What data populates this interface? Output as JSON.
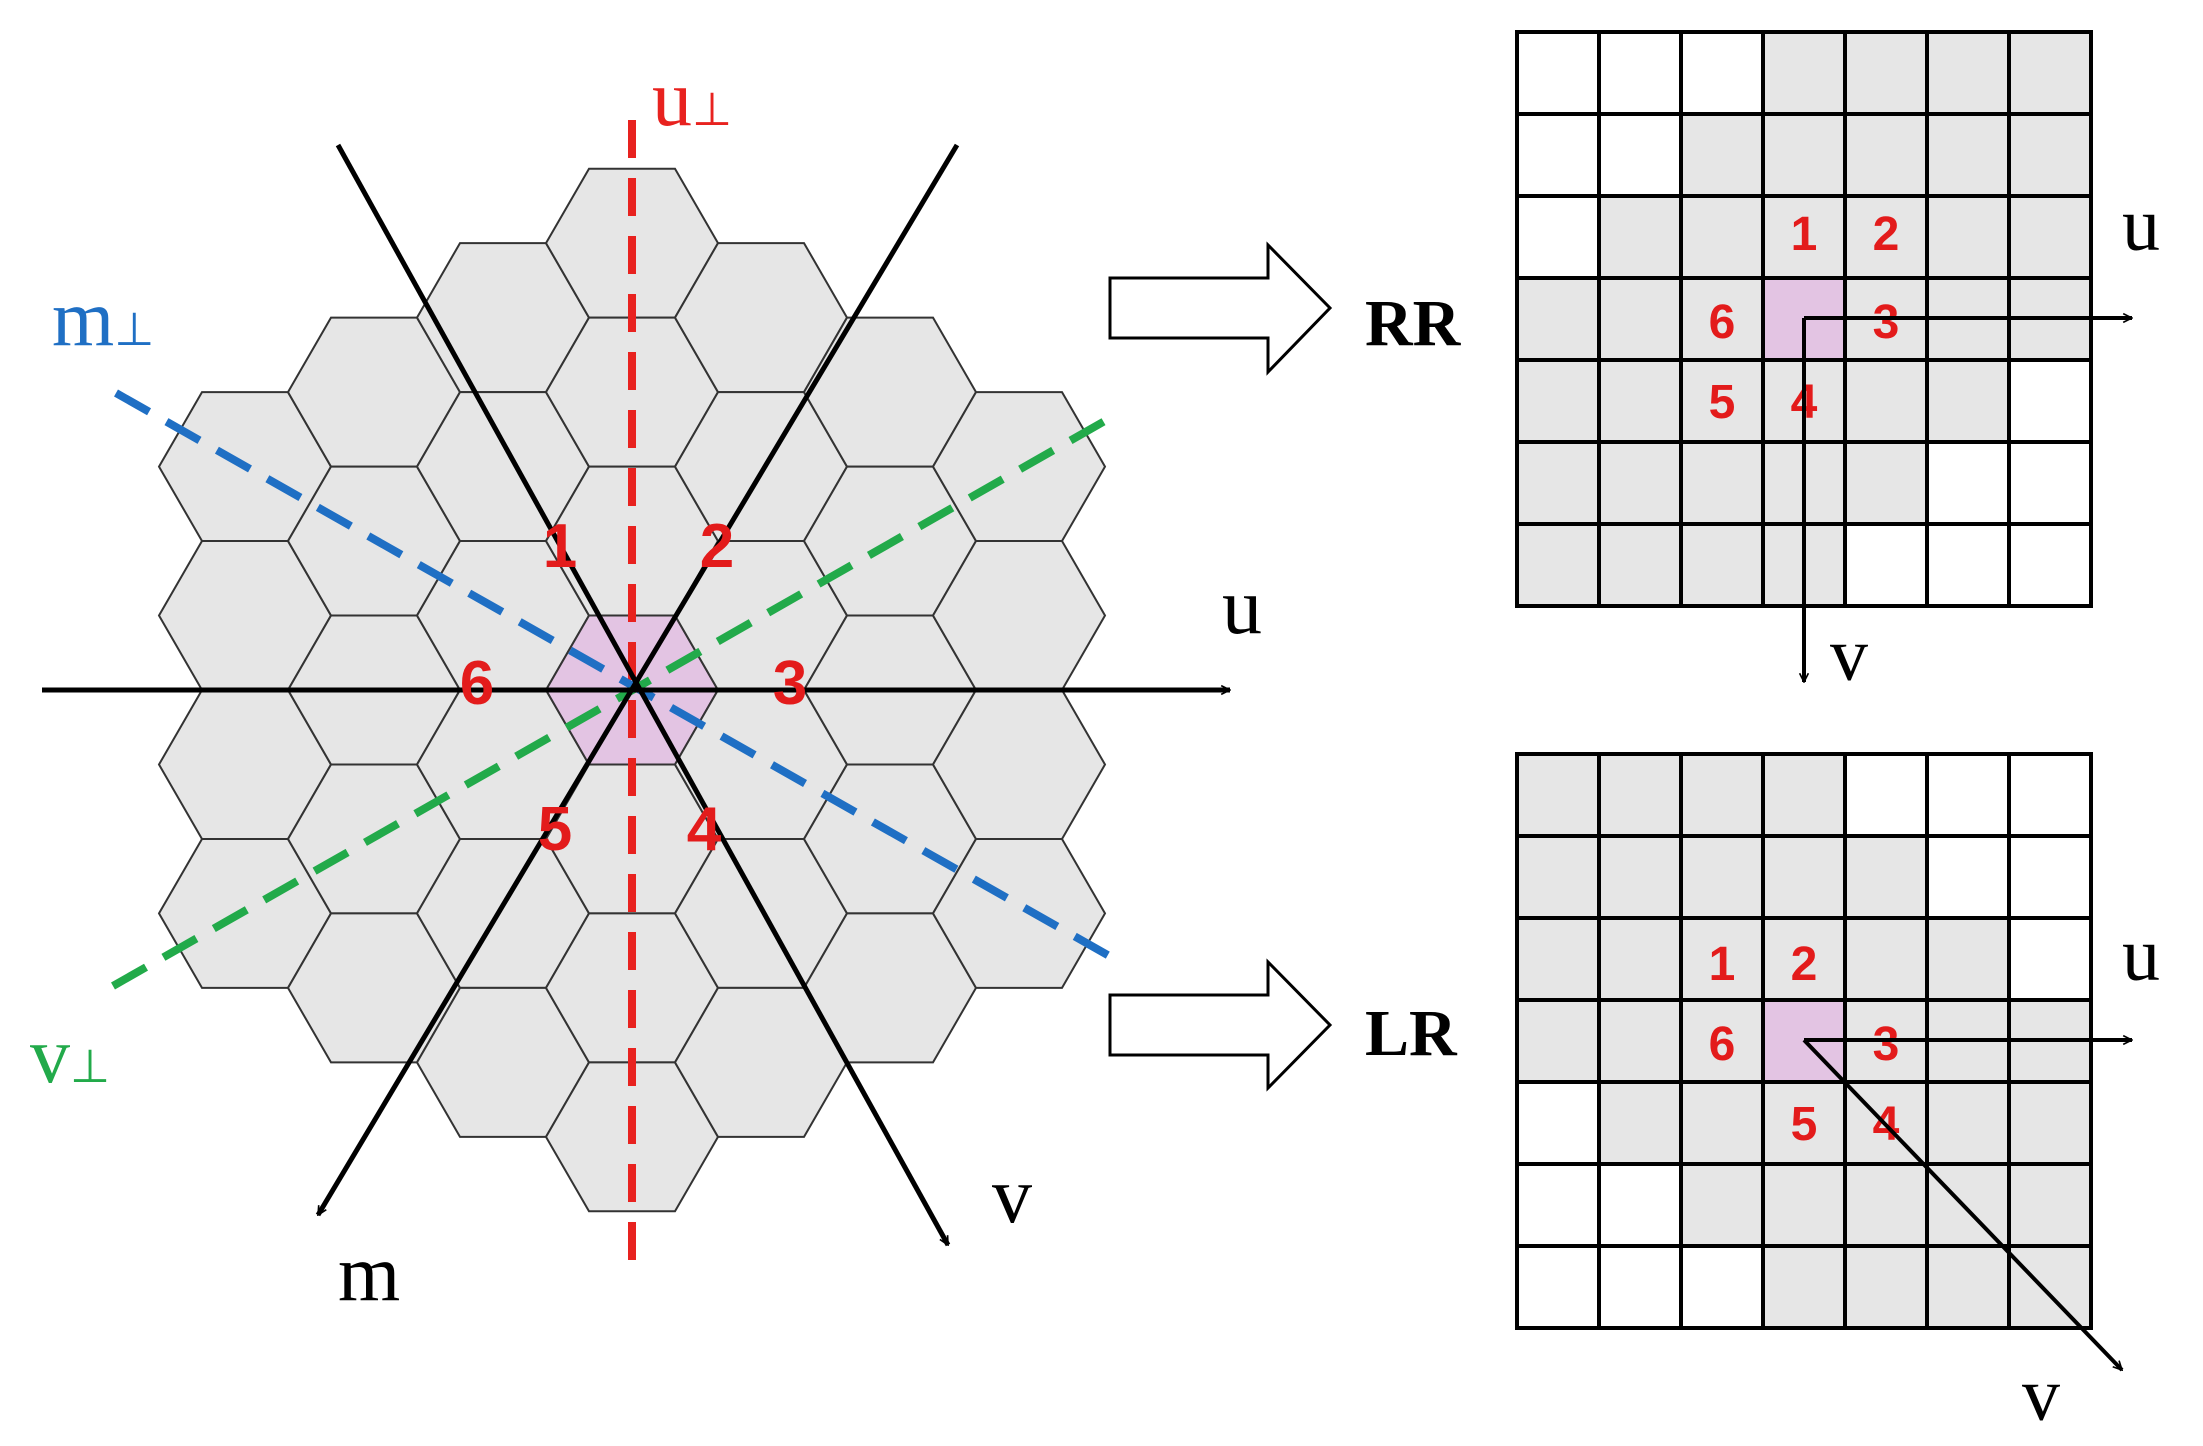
{
  "colors": {
    "cell_fill": "#e6e6e6",
    "center_fill": "#e3c4e3",
    "cell_stroke": "#333333",
    "grid_stroke": "#000000",
    "axis_black": "#000000",
    "u_perp": "#e8221f",
    "m_perp": "#1f6fc4",
    "v_perp": "#22aa4a",
    "number_red": "#e31b1b",
    "arrow_outline": "#000000"
  },
  "hex_lattice": {
    "rings": 3,
    "center_highlighted": true,
    "neighbor_labels": [
      "1",
      "2",
      "3",
      "4",
      "5",
      "6"
    ],
    "axis_labels": {
      "u": "u",
      "v": "v",
      "m": "m",
      "u_perp": "u",
      "m_perp": "m",
      "v_perp": "v",
      "perp_symbol": "⊥"
    }
  },
  "rr_panel": {
    "label": "RR",
    "size": 7,
    "axis_u": "u",
    "axis_v": "v",
    "neighbor_labels": [
      "1",
      "2",
      "3",
      "4",
      "5",
      "6"
    ],
    "gray_cells": [
      [
        0,
        0,
        0,
        1,
        1,
        1,
        1
      ],
      [
        0,
        0,
        1,
        1,
        1,
        1,
        1
      ],
      [
        0,
        1,
        1,
        1,
        1,
        1,
        1
      ],
      [
        1,
        1,
        1,
        2,
        1,
        1,
        1
      ],
      [
        1,
        1,
        1,
        1,
        1,
        1,
        0
      ],
      [
        1,
        1,
        1,
        1,
        1,
        0,
        0
      ],
      [
        1,
        1,
        1,
        1,
        0,
        0,
        0
      ]
    ]
  },
  "lr_panel": {
    "label": "LR",
    "size": 7,
    "axis_u": "u",
    "axis_v": "v",
    "neighbor_labels": [
      "1",
      "2",
      "3",
      "4",
      "5",
      "6"
    ],
    "gray_cells": [
      [
        1,
        1,
        1,
        1,
        0,
        0,
        0
      ],
      [
        1,
        1,
        1,
        1,
        1,
        0,
        0
      ],
      [
        1,
        1,
        1,
        1,
        1,
        1,
        0
      ],
      [
        1,
        1,
        1,
        2,
        1,
        1,
        1
      ],
      [
        0,
        1,
        1,
        1,
        1,
        1,
        1
      ],
      [
        0,
        0,
        1,
        1,
        1,
        1,
        1
      ],
      [
        0,
        0,
        0,
        1,
        1,
        1,
        1
      ]
    ]
  }
}
